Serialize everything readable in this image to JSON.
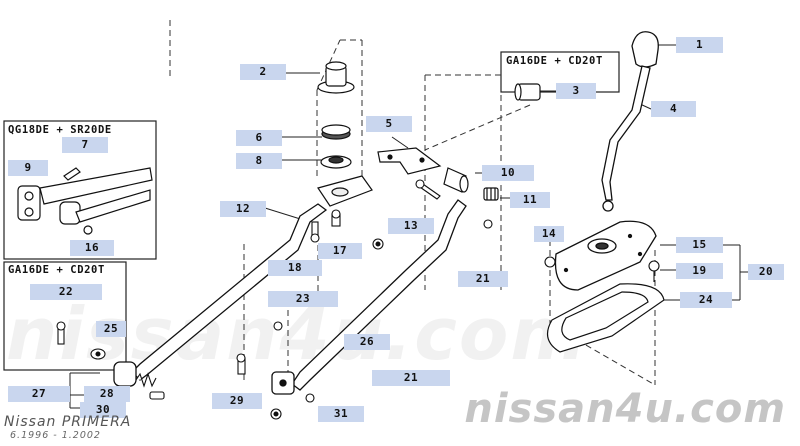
{
  "diagram": {
    "boxes": {
      "top_right": "GA16DE + CD20T",
      "left_upper": "QG18DE + SR20DE",
      "left_lower": "GA16DE + CD20T"
    },
    "callouts": [
      "1",
      "2",
      "3",
      "4",
      "5",
      "6",
      "8",
      "9",
      "7",
      "10",
      "11",
      "12",
      "13",
      "14",
      "15",
      "16",
      "17",
      "18",
      "19",
      "20",
      "21",
      "21",
      "22",
      "23",
      "24",
      "25",
      "26",
      "27",
      "28",
      "29",
      "30",
      "31"
    ],
    "watermark": "nissan4u.com",
    "footer": {
      "make_model": "Nissan  PRIMERA",
      "years": "6.1996 - 1.2002"
    }
  }
}
